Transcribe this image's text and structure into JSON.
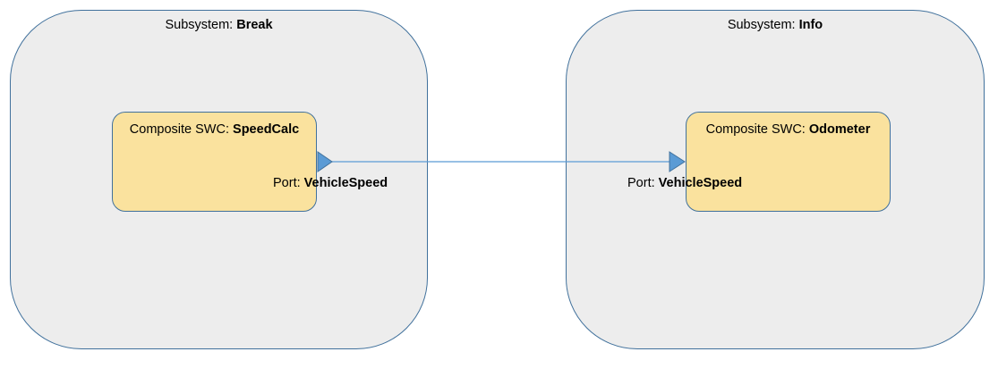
{
  "subsystems": [
    {
      "prefix": "Subsystem: ",
      "name": "Break"
    },
    {
      "prefix": "Subsystem: ",
      "name": "Info"
    }
  ],
  "components": [
    {
      "prefix": "Composite SWC: ",
      "name": "SpeedCalc",
      "port": {
        "prefix": "Port: ",
        "name": "VehicleSpeed",
        "direction": "out"
      }
    },
    {
      "prefix": "Composite SWC: ",
      "name": "Odometer",
      "port": {
        "prefix": "Port: ",
        "name": "VehicleSpeed",
        "direction": "in"
      }
    }
  ],
  "colors": {
    "subsystem_fill": "#ededed",
    "outline": "#41719c",
    "component_fill": "#fae29e",
    "port_fill": "#5b9bd5",
    "connector": "#5b9bd5"
  }
}
